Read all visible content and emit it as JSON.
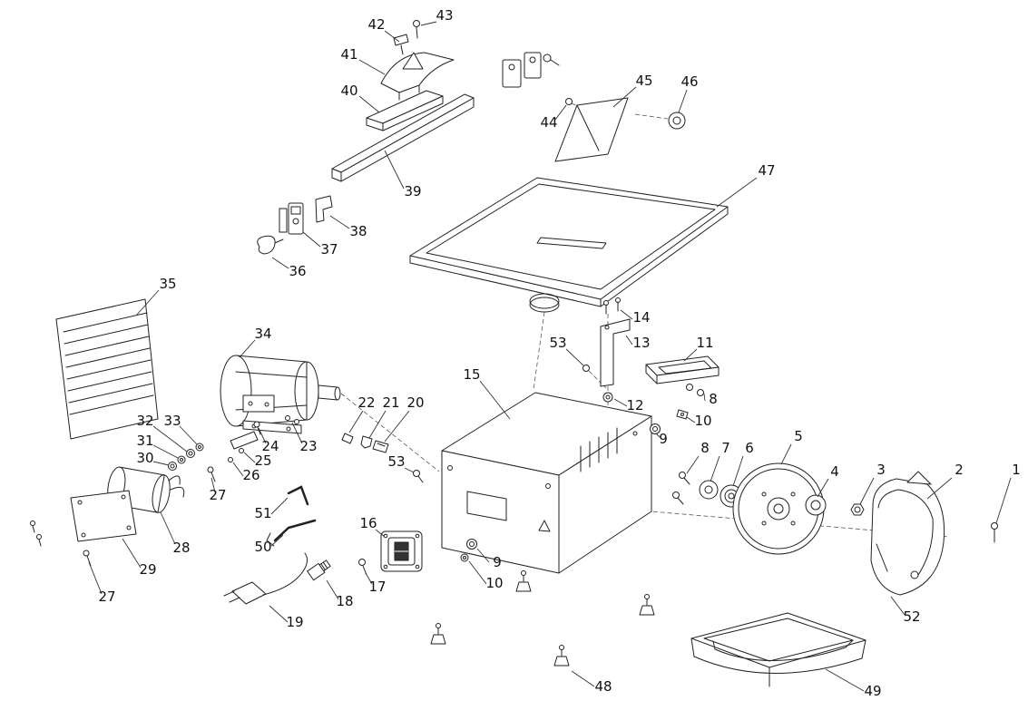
{
  "page": {
    "background": "#ffffff",
    "stroke_color": "#222222",
    "label_color": "#111111"
  },
  "diagram": {
    "type": "exploded-parts-diagram",
    "description": "Exploded view parts diagram of a benchtop tile/table saw with numbered callouts 1-53",
    "part_numbers": [
      "1",
      "2",
      "3",
      "4",
      "5",
      "6",
      "7",
      "8",
      "9",
      "10",
      "11",
      "12",
      "13",
      "14",
      "15",
      "16",
      "17",
      "18",
      "19",
      "20",
      "21",
      "22",
      "23",
      "24",
      "25",
      "26",
      "27",
      "28",
      "29",
      "30",
      "31",
      "32",
      "33",
      "34",
      "35",
      "36",
      "37",
      "38",
      "39",
      "40",
      "41",
      "42",
      "43",
      "44",
      "45",
      "46",
      "47",
      "48",
      "49",
      "50",
      "51",
      "52",
      "53"
    ],
    "labels": [
      {
        "n": "42",
        "t": [
          415,
          32
        ],
        "l": [
          424,
          34,
          440,
          46
        ]
      },
      {
        "n": "43",
        "t": [
          490,
          22
        ],
        "l": [
          481,
          24,
          464,
          28
        ]
      },
      {
        "n": "41",
        "t": [
          385,
          65
        ],
        "l": [
          396,
          66,
          424,
          82
        ]
      },
      {
        "n": "40",
        "t": [
          385,
          105
        ],
        "l": [
          396,
          106,
          418,
          124
        ]
      },
      {
        "n": "45",
        "t": [
          710,
          94
        ],
        "l": [
          701,
          96,
          676,
          118
        ]
      },
      {
        "n": "46",
        "t": [
          760,
          95
        ],
        "l": [
          757,
          99,
          748,
          124
        ]
      },
      {
        "n": "44",
        "t": [
          605,
          140
        ],
        "l": [
          612,
          132,
          624,
          116
        ]
      },
      {
        "n": "47",
        "t": [
          845,
          193
        ],
        "l": [
          834,
          196,
          790,
          228
        ]
      },
      {
        "n": "39",
        "t": [
          455,
          216
        ],
        "l": [
          445,
          208,
          424,
          166
        ]
      },
      {
        "n": "38",
        "t": [
          395,
          260
        ],
        "l": [
          385,
          252,
          364,
          238
        ]
      },
      {
        "n": "37",
        "t": [
          363,
          280
        ],
        "l": [
          353,
          272,
          334,
          256
        ]
      },
      {
        "n": "36",
        "t": [
          328,
          304
        ],
        "l": [
          318,
          296,
          300,
          284
        ]
      },
      {
        "n": "35",
        "t": [
          185,
          318
        ],
        "l": [
          175,
          320,
          150,
          348
        ]
      },
      {
        "n": "14",
        "t": [
          707,
          355
        ],
        "l": [
          697,
          352,
          684,
          342
        ]
      },
      {
        "n": "34",
        "t": [
          290,
          373
        ],
        "l": [
          281,
          375,
          264,
          394
        ]
      },
      {
        "n": "53",
        "t": [
          615,
          383
        ],
        "l": [
          624,
          385,
          643,
          403
        ]
      },
      {
        "n": "13",
        "t": [
          707,
          383
        ],
        "l": [
          697,
          380,
          690,
          370
        ]
      },
      {
        "n": "11",
        "t": [
          777,
          383
        ],
        "l": [
          768,
          385,
          754,
          398
        ]
      },
      {
        "n": "15",
        "t": [
          520,
          418
        ],
        "l": [
          529,
          420,
          562,
          462
        ]
      },
      {
        "n": "12",
        "t": [
          700,
          452
        ],
        "l": [
          691,
          448,
          677,
          440
        ]
      },
      {
        "n": "8",
        "t": [
          786,
          445
        ],
        "l": [
          777,
          442,
          776,
          434
        ]
      },
      {
        "n": "22",
        "t": [
          404,
          449
        ],
        "l": [
          400,
          453,
          385,
          477
        ]
      },
      {
        "n": "21",
        "t": [
          431,
          449
        ],
        "l": [
          425,
          453,
          407,
          483
        ]
      },
      {
        "n": "20",
        "t": [
          458,
          449
        ],
        "l": [
          451,
          453,
          424,
          487
        ]
      },
      {
        "n": "10",
        "t": [
          775,
          469
        ],
        "l": [
          766,
          466,
          757,
          460
        ]
      },
      {
        "n": "32",
        "t": [
          160,
          469
        ],
        "l": [
          169,
          470,
          206,
          498
        ]
      },
      {
        "n": "33",
        "t": [
          190,
          469
        ],
        "l": [
          198,
          470,
          217,
          490
        ]
      },
      {
        "n": "9",
        "t": [
          731,
          489
        ],
        "l": [
          727,
          482,
          723,
          478
        ]
      },
      {
        "n": "31",
        "t": [
          160,
          491
        ],
        "l": [
          169,
          491,
          196,
          505
        ]
      },
      {
        "n": "8",
        "t": [
          777,
          499
        ],
        "l": [
          770,
          503,
          757,
          522
        ]
      },
      {
        "n": "7",
        "t": [
          800,
          499
        ],
        "l": [
          793,
          503,
          783,
          531
        ]
      },
      {
        "n": "6",
        "t": [
          826,
          499
        ],
        "l": [
          819,
          503,
          808,
          536
        ]
      },
      {
        "n": "5",
        "t": [
          880,
          486
        ],
        "l": [
          872,
          490,
          861,
          512
        ]
      },
      {
        "n": "30",
        "t": [
          160,
          510
        ],
        "l": [
          169,
          509,
          186,
          513
        ]
      },
      {
        "n": "24",
        "t": [
          298,
          497
        ],
        "l": [
          293,
          489,
          285,
          472
        ]
      },
      {
        "n": "23",
        "t": [
          340,
          497
        ],
        "l": [
          333,
          489,
          322,
          466
        ]
      },
      {
        "n": "25",
        "t": [
          290,
          513
        ],
        "l": [
          281,
          510,
          269,
          499
        ]
      },
      {
        "n": "26",
        "t": [
          277,
          529
        ],
        "l": [
          268,
          525,
          257,
          510
        ]
      },
      {
        "n": "53",
        "t": [
          437,
          514
        ],
        "l": [
          446,
          516,
          456,
          521
        ]
      },
      {
        "n": "4",
        "t": [
          920,
          525
        ],
        "l": [
          913,
          528,
          901,
          548
        ]
      },
      {
        "n": "3",
        "t": [
          971,
          523
        ],
        "l": [
          963,
          527,
          948,
          556
        ]
      },
      {
        "n": "2",
        "t": [
          1057,
          523
        ],
        "l": [
          1049,
          527,
          1022,
          550
        ]
      },
      {
        "n": "1",
        "t": [
          1120,
          523
        ],
        "l": [
          1114,
          527,
          1098,
          577
        ]
      },
      {
        "n": "27",
        "t": [
          240,
          551
        ],
        "l": [
          237,
          543,
          233,
          527
        ]
      },
      {
        "n": "51",
        "t": [
          290,
          571
        ],
        "l": [
          299,
          567,
          317,
          549
        ]
      },
      {
        "n": "16",
        "t": [
          406,
          582
        ],
        "l": [
          414,
          584,
          424,
          592
        ]
      },
      {
        "n": "50",
        "t": [
          290,
          608
        ],
        "l": [
          299,
          602,
          312,
          590
        ]
      },
      {
        "n": "28",
        "t": [
          200,
          609
        ],
        "l": [
          193,
          600,
          177,
          565
        ]
      },
      {
        "n": "9",
        "t": [
          548,
          625
        ],
        "l": [
          539,
          620,
          526,
          605
        ]
      },
      {
        "n": "29",
        "t": [
          163,
          633
        ],
        "l": [
          155,
          626,
          135,
          594
        ]
      },
      {
        "n": "10",
        "t": [
          545,
          648
        ],
        "l": [
          536,
          644,
          517,
          619
        ]
      },
      {
        "n": "17",
        "t": [
          416,
          652
        ],
        "l": [
          410,
          644,
          403,
          632
        ]
      },
      {
        "n": "18",
        "t": [
          380,
          668
        ],
        "l": [
          373,
          661,
          360,
          640
        ]
      },
      {
        "n": "27",
        "t": [
          118,
          663
        ],
        "l": [
          112,
          655,
          98,
          620
        ]
      },
      {
        "n": "19",
        "t": [
          325,
          691
        ],
        "l": [
          317,
          686,
          297,
          668
        ]
      },
      {
        "n": "52",
        "t": [
          1005,
          685
        ],
        "l": [
          997,
          678,
          982,
          658
        ]
      },
      {
        "n": "48",
        "t": [
          665,
          762
        ],
        "l": [
          655,
          757,
          630,
          740
        ]
      },
      {
        "n": "49",
        "t": [
          962,
          767
        ],
        "l": [
          952,
          762,
          910,
          738
        ]
      }
    ]
  }
}
